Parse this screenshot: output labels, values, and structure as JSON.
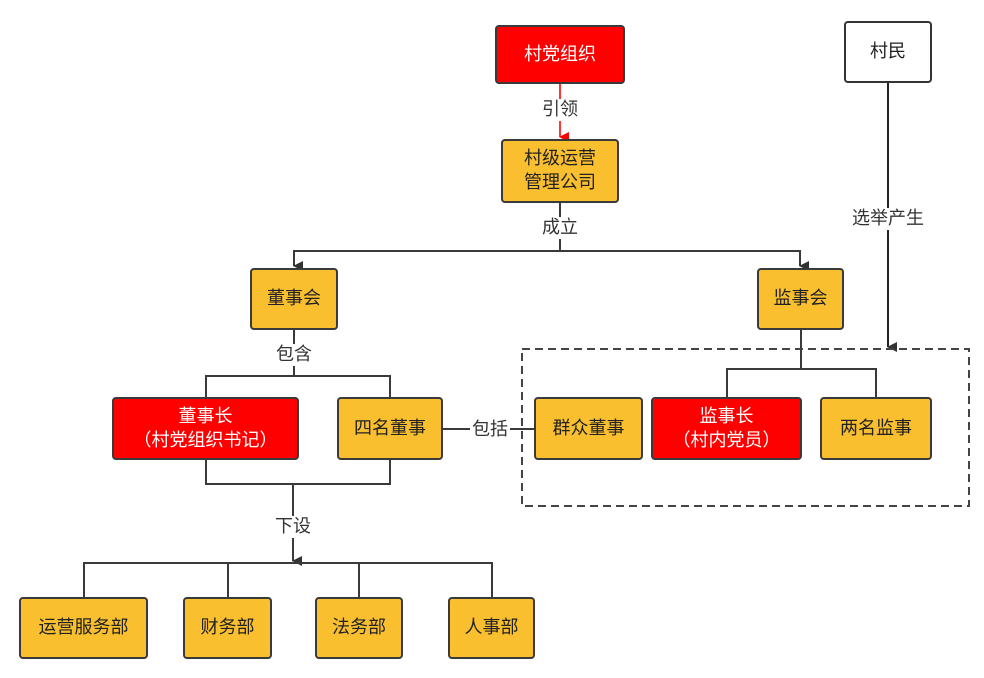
{
  "colors": {
    "party": "#ff0000",
    "standard": "#f9bf2e",
    "external": "#ffffff",
    "line": "#3a3a3a",
    "lead_arrow": "#ff0000"
  },
  "nodes": {
    "party_org": "村党组织",
    "villagers": "村民",
    "company": [
      "村级运营",
      "管理公司"
    ],
    "board": "董事会",
    "supervisory_board": "监事会",
    "chairman": [
      "董事长",
      "（村党组织书记）"
    ],
    "four_directors": "四名董事",
    "mass_director": "群众董事",
    "chief_supervisor": [
      "监事长",
      "（村内党员）"
    ],
    "two_supervisors": "两名监事",
    "dept_operations": "运营服务部",
    "dept_finance": "财务部",
    "dept_legal": "法务部",
    "dept_hr": "人事部"
  },
  "edges": {
    "lead": "引领",
    "establish": "成立",
    "elect": "选举产生",
    "contain": "包含",
    "include": "包括",
    "subordinate": "下设"
  }
}
